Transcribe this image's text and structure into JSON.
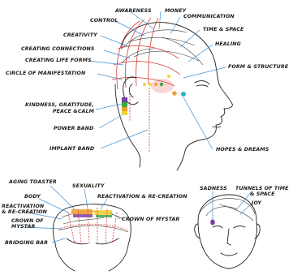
{
  "labels": {
    "awareness": "AWARENESS",
    "money": "MONEY",
    "control": "CONTROL",
    "communication": "COMMUNICATION",
    "time_space": "TIME & SPACE",
    "creativity": "CREATIVITY",
    "healing": "HEALING",
    "creating_connections": "CREATING CONNECTIONS",
    "creating_life_forms": "CREATING LIFE FORMS",
    "form_structure": "FORM & STRUCTURE",
    "circle_manifestation": "CIRCLE OF MANIFESTATION",
    "kindness_1": "KINDNESS, GRATITUDE,",
    "kindness_2": "PEACE &CALM",
    "power_band": "POWER BAND",
    "implant_band": "IMPLANT BAND",
    "hopes_dreams": "HOPES & DREAMS",
    "aging_toaster": "AGING TOASTER",
    "sexuality": "SEXUALITY",
    "body": "BODY",
    "reactivation_right": "REACTIVATION & RE-CREATION",
    "reactivation_left_1": "REACTIVATION",
    "reactivation_left_2": "& RE-CREATION",
    "crown_left_1": "CROWN OF",
    "crown_left_2": "MYSTAR",
    "crown_right": "CROWN OF MYSTAR",
    "bridging_bar": "BRIDGING BAR",
    "sadness": "SADNESS",
    "tunnels_1": "TUNNELS OF TIME",
    "tunnels_2": "& SPACE",
    "joy": "JOY"
  },
  "colors": {
    "line": "#222222",
    "leader": "#3f8fd4",
    "red": "#dd3333",
    "orange": "#f0a030",
    "yellow": "#f2d23a",
    "green": "#3aa84a",
    "purple": "#7a3fa0",
    "cyan": "#27b3c7",
    "pink": "#f3a6a6"
  }
}
